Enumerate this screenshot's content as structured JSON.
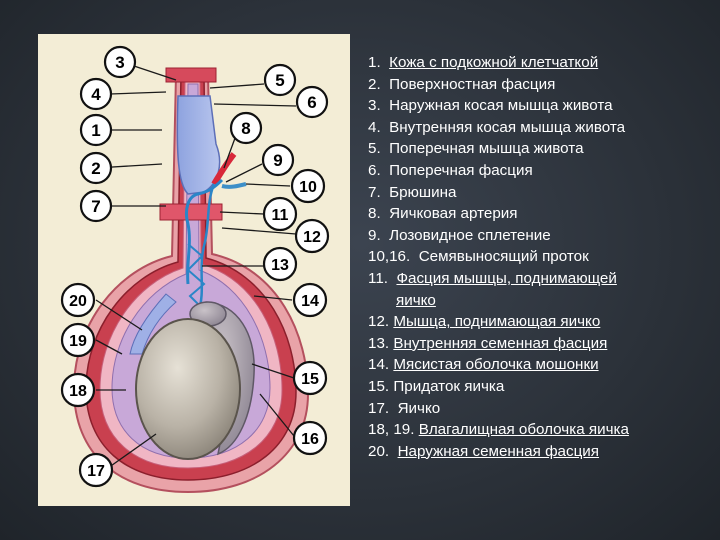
{
  "slide": {
    "background": "#2b3139",
    "panel_color": "#f3edd6"
  },
  "figure": {
    "callouts": [
      {
        "id": "c3",
        "label": "3"
      },
      {
        "id": "c4",
        "label": "4"
      },
      {
        "id": "c1",
        "label": "1"
      },
      {
        "id": "c2",
        "label": "2"
      },
      {
        "id": "c7",
        "label": "7"
      },
      {
        "id": "c5",
        "label": "5"
      },
      {
        "id": "c6",
        "label": "6"
      },
      {
        "id": "c8",
        "label": "8"
      },
      {
        "id": "c9",
        "label": "9"
      },
      {
        "id": "c10",
        "label": "10"
      },
      {
        "id": "c11",
        "label": "11"
      },
      {
        "id": "c12",
        "label": "12"
      },
      {
        "id": "c13",
        "label": "13"
      },
      {
        "id": "c14",
        "label": "14"
      },
      {
        "id": "c15",
        "label": "15"
      },
      {
        "id": "c16",
        "label": "16"
      },
      {
        "id": "c20",
        "label": "20"
      },
      {
        "id": "c19",
        "label": "19"
      },
      {
        "id": "c18",
        "label": "18"
      },
      {
        "id": "c17",
        "label": "17"
      }
    ]
  },
  "legend": {
    "items": [
      {
        "num": "1.",
        "text": "Кожа с подкожной клетчаткой"
      },
      {
        "num": "2.",
        "text": "Поверхностная фасция"
      },
      {
        "num": "3.",
        "text": "Наружная косая мышца живота"
      },
      {
        "num": "4.",
        "text": "Внутренняя косая мышца живота"
      },
      {
        "num": "5.",
        "text": "Поперечная мышца живота"
      },
      {
        "num": "6.",
        "text": "Поперечная фасция"
      },
      {
        "num": "7.",
        "text": "Брюшина"
      },
      {
        "num": "8.",
        "text": "Яичковая артерия"
      },
      {
        "num": "9.",
        "text": "Лозовидное сплетение"
      },
      {
        "num": "10,16.",
        "text": "Семявыносящий проток"
      },
      {
        "num": "11.",
        "text": "Фасция мышцы, поднимающей"
      },
      {
        "num": "",
        "text": "яичко"
      },
      {
        "num": "12.",
        "text": "Мышца, поднимающая яичко"
      },
      {
        "num": "13.",
        "text": "Внутренняя семенная фасция"
      },
      {
        "num": "14.",
        "text": "Мясистая оболочка мошонки"
      },
      {
        "num": "15.",
        "text": "Придаток яичка"
      },
      {
        "num": "17.",
        "text": "Яичко"
      },
      {
        "num": "18, 19.",
        "text": "Влагалищная оболочка яичка"
      },
      {
        "num": "20.",
        "text": "Наружная семенная фасция"
      }
    ]
  }
}
